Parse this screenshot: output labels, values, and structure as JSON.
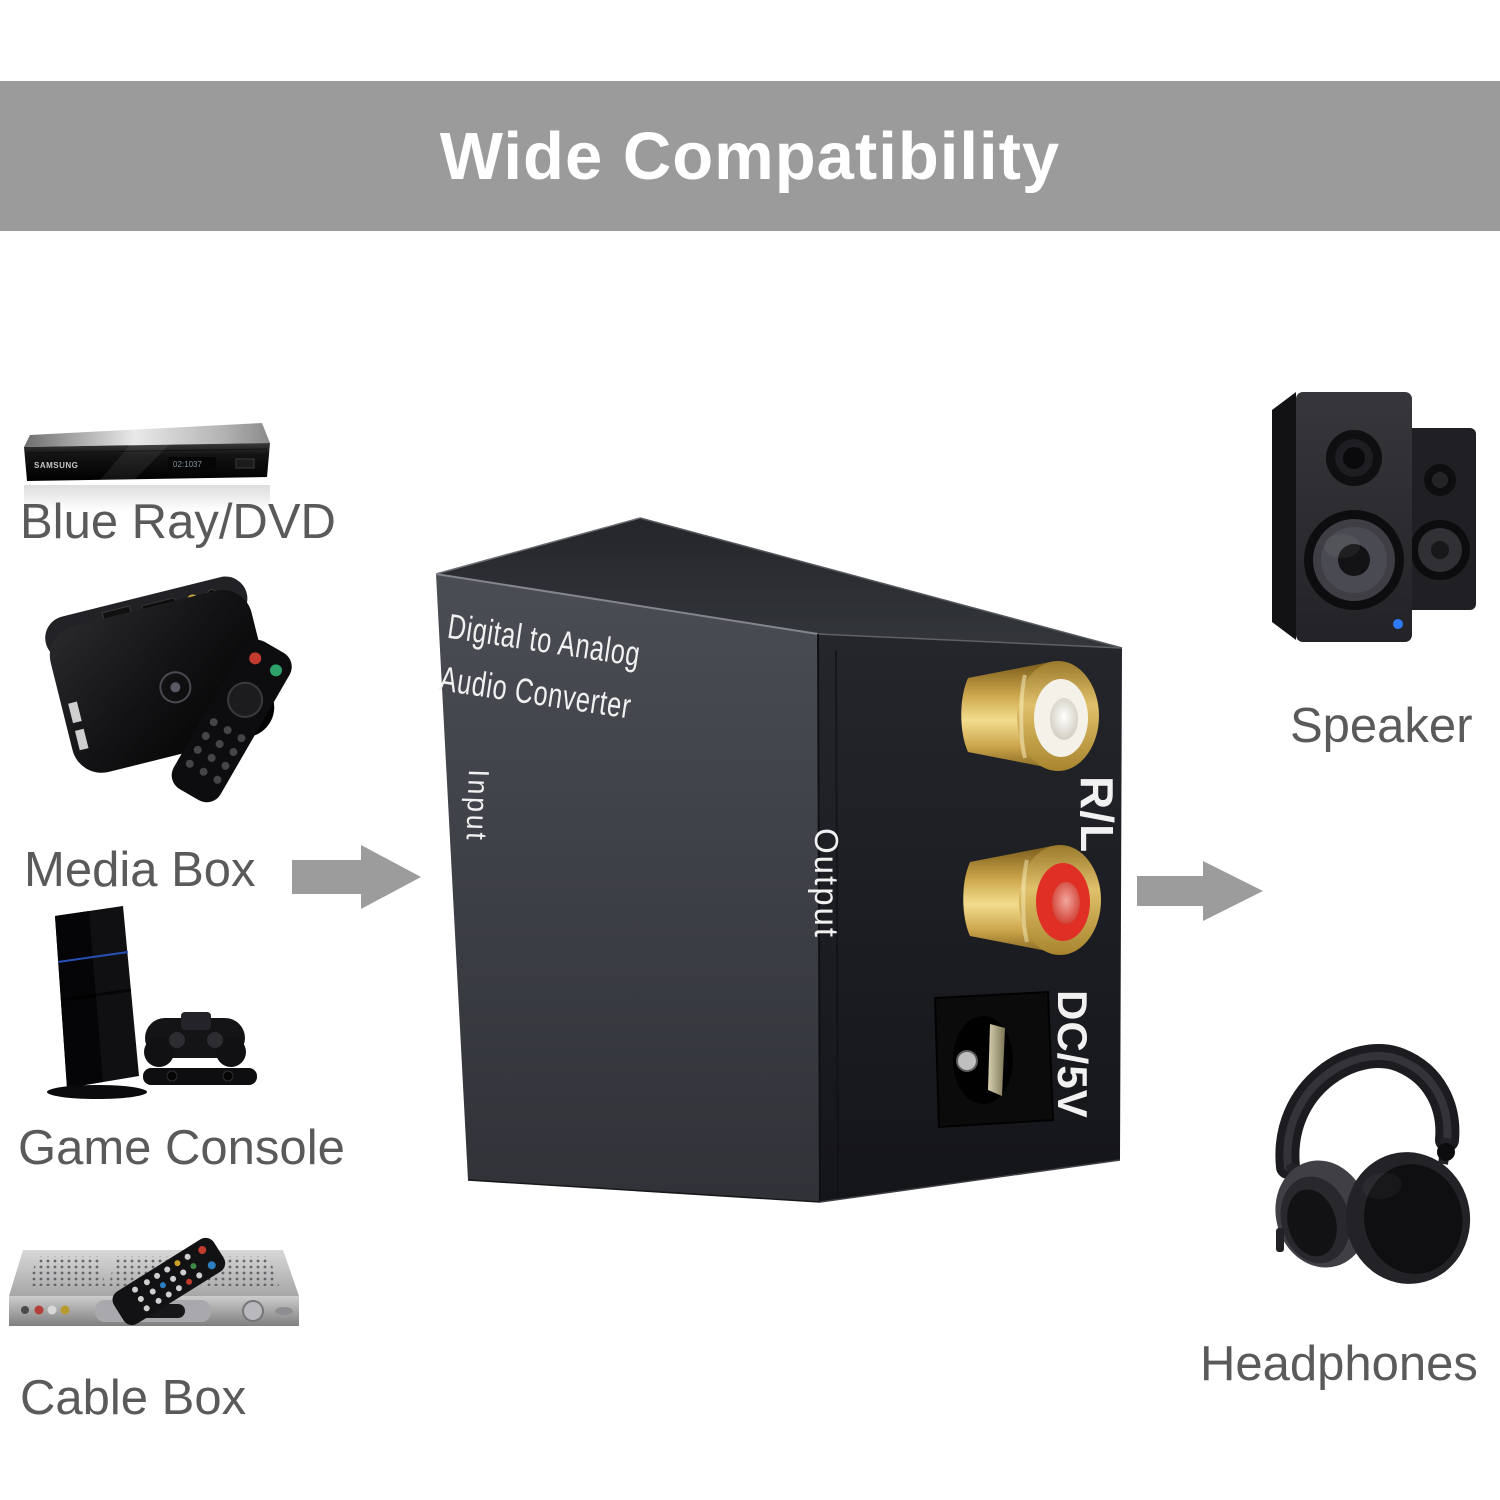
{
  "banner": {
    "title": "Wide Compatibility",
    "bg_color": "#9b9b9b",
    "text_color": "#ffffff"
  },
  "converter": {
    "front_line1": "Digital to Analog",
    "front_line2": "Audio Converter",
    "input_label": "Input",
    "output_label": "Output",
    "rl_label": "R/L",
    "dc_label": "DC/5V"
  },
  "sources": [
    {
      "label": "Blue Ray/DVD",
      "image": "blu-ray-dvd-player"
    },
    {
      "label": "Media Box",
      "image": "android-media-box-with-remote"
    },
    {
      "label": "Game Console",
      "image": "ps4-console-with-controller-and-camera"
    },
    {
      "label": "Cable Box",
      "image": "silver-cable-box-with-remote"
    }
  ],
  "outputs": [
    {
      "label": "Speaker",
      "image": "pair-of-black-bookshelf-speakers"
    },
    {
      "label": "Headphones",
      "image": "black-over-ear-headphones"
    }
  ],
  "device_details": {
    "player_brand": "SAMSUNG",
    "player_display": "02:1037"
  },
  "icons": {
    "left_flow": "arrow-right-icon",
    "right_flow": "arrow-right-icon"
  },
  "colors": {
    "banner_bg": "#9b9b9b",
    "device_label": "#5a5a5a",
    "arrow": "#9c9c9c",
    "box_front": "#44474e",
    "box_top": "#2b2d31",
    "box_right": "#1d1f23",
    "rca_gold": "#caa44a",
    "rca_white_ring": "#f4f1e8",
    "rca_red_ring": "#e03025",
    "led_blue": "#2f7bff"
  }
}
